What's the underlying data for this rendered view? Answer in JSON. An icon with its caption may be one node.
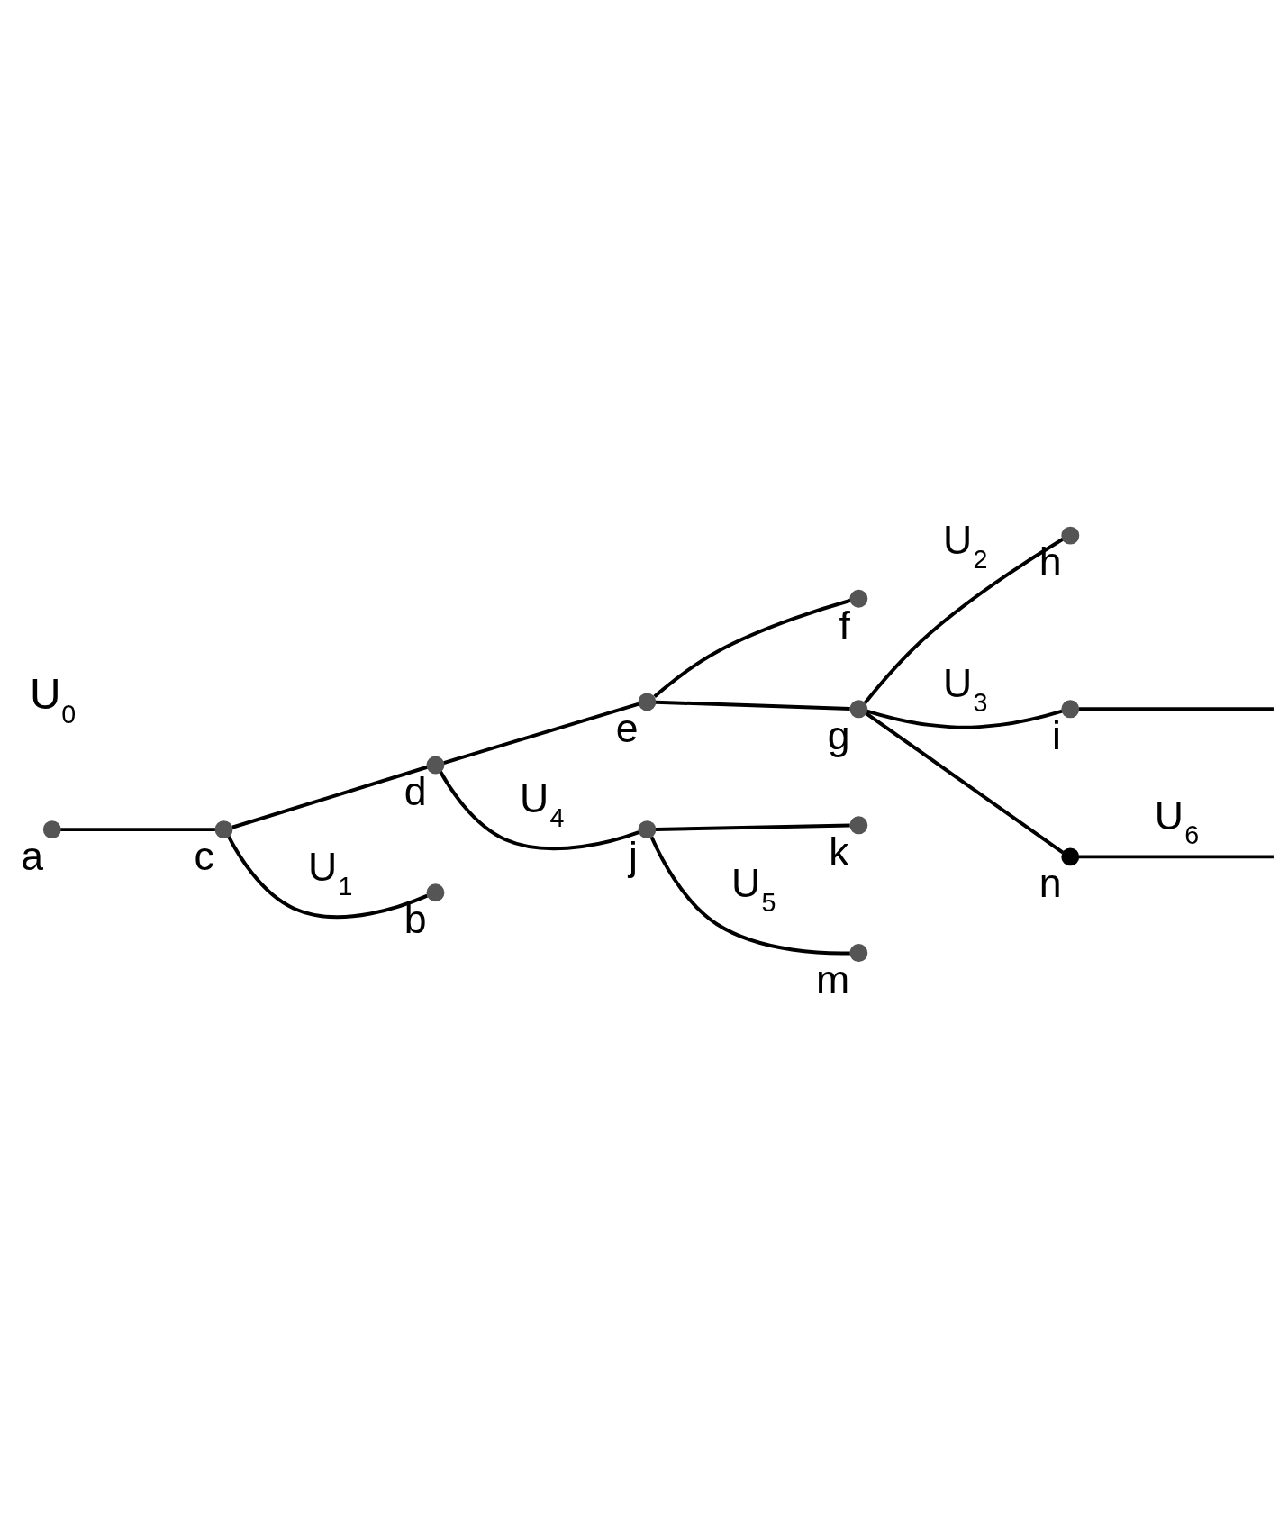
{
  "diagram": {
    "nodes": [
      {
        "text": [],
        "shape": "circle",
        "beside": [
          "a"
        ]
      },
      {
        "text": [],
        "shape": "circle",
        "beside": [
          "c"
        ]
      },
      {
        "text": [],
        "shape": "circle",
        "beside": [
          "d"
        ]
      },
      {
        "text": [],
        "shape": "circle",
        "beside": [
          "e"
        ]
      },
      {
        "text": [],
        "shape": "circle",
        "beside": [
          "j"
        ]
      },
      {
        "text": [],
        "shape": "circle",
        "beside": [
          "f"
        ]
      },
      {
        "text": [],
        "shape": "circle",
        "beside": [
          "b"
        ]
      },
      {
        "text": [],
        "shape": "circle",
        "beside": [
          "g"
        ]
      },
      {
        "text": [],
        "shape": "circle",
        "beside": [
          "k"
        ]
      },
      {
        "text": [],
        "shape": "circle",
        "beside": [
          "m"
        ]
      },
      {
        "text": [],
        "shape": "circle",
        "beside": [
          "h"
        ]
      },
      {
        "text": [],
        "shape": "circle",
        "beside": [
          "n"
        ]
      },
      {
        "text": [],
        "shape": "circle",
        "beside": [
          "i"
        ]
      }
    ],
    "edges": [
      {
        "from": 0,
        "to": 1,
        "arrow": "none"
      },
      {
        "from": 1,
        "to": 2,
        "arrow": "none"
      },
      {
        "from": 2,
        "to": 3,
        "arrow": "none"
      },
      {
        "from": 3,
        "to": 5,
        "arrow": "none"
      },
      {
        "from": 3,
        "to": 7,
        "arrow": "none"
      },
      {
        "from": 1,
        "to": 6,
        "arrow": "none",
        "label": "U$_{1}$"
      },
      {
        "from": 2,
        "to": 4,
        "arrow": "none",
        "label": "U$_{4}$"
      },
      {
        "from": 4,
        "to": 8,
        "arrow": "none"
      },
      {
        "from": 4,
        "to": 9,
        "arrow": "none",
        "label": "U$_{5}$"
      },
      {
        "from": 7,
        "to": 10,
        "arrow": "none",
        "label": "U$_{2}$"
      },
      {
        "from": 7,
        "to": 12,
        "arrow": "none",
        "label": "U$_{3}$"
      },
      {
        "from": 12,
        "to": null,
        "arrow": "none"
      },
      {
        "from": 7,
        "to": 11,
        "arrow": "none"
      },
      {
        "from": 11,
        "to": null,
        "arrow": "none",
        "label": "U$_{6}$"
      }
    ],
    "labels": [
      "U$_{0}$"
    ]
  }
}
